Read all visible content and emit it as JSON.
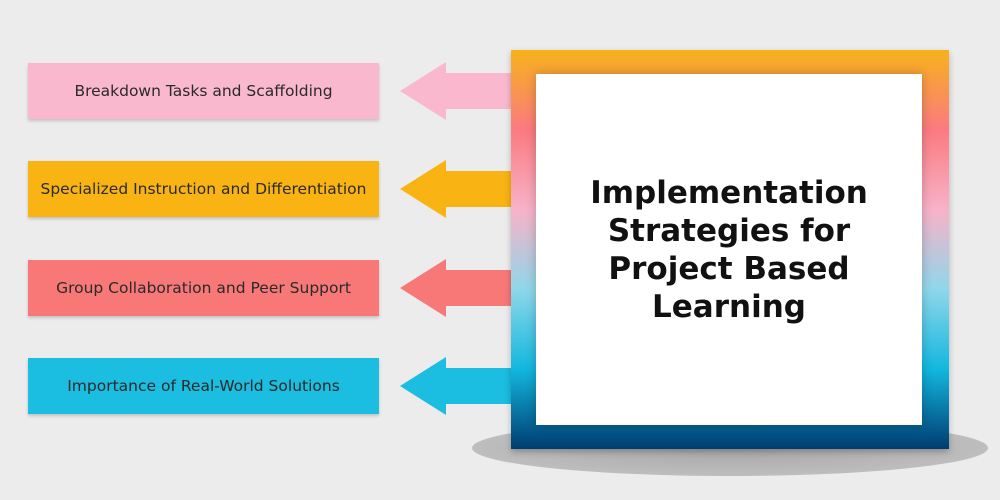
{
  "center": {
    "title": "Implementation Strategies for Project Based Learning"
  },
  "items": [
    {
      "label": "Breakdown Tasks and Scaffolding",
      "color": "#f9b8ce"
    },
    {
      "label": "Specialized Instruction and Differentiation",
      "color": "#f9b414"
    },
    {
      "label": "Group Collaboration and Peer Support",
      "color": "#f87878"
    },
    {
      "label": "Importance of Real-World Solutions",
      "color": "#1bbde0"
    }
  ],
  "frame_gradient": [
    "#f7b21a",
    "#fb7a80",
    "#f8b2c8",
    "#8fd7ea",
    "#12b7df",
    "#003c70"
  ]
}
